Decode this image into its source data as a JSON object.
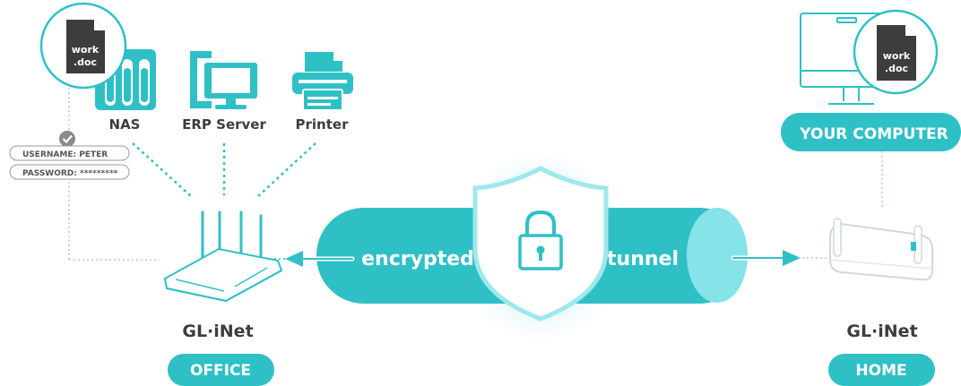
{
  "colors": {
    "teal": "#2fc0c6",
    "teal_dark": "#1fa9b0",
    "tunnel_light": "#86e3e8",
    "text_dark": "#3d3d3d",
    "line_grey": "#b9c9cb"
  },
  "office_devices": [
    {
      "label": "NAS",
      "icon": "nas-icon"
    },
    {
      "label": "ERP Server",
      "icon": "desktop-computer-icon"
    },
    {
      "label": "Printer",
      "icon": "printer-icon"
    }
  ],
  "office_doc": {
    "line1": "work",
    "line2": ".doc"
  },
  "home_doc": {
    "line1": "work",
    "line2": ".doc"
  },
  "credentials": {
    "username": "USERNAME: PETER",
    "password": "PASSWORD: *********",
    "status_icon": "checkmark-icon"
  },
  "tunnel": {
    "left_word": "encrypted",
    "right_word": "tunnel",
    "shield_icon": "padlock-shield-icon"
  },
  "your_computer_label": "YOUR COMPUTER",
  "brand": {
    "left": "GL·iNet",
    "right": "GL·iNet"
  },
  "locations": {
    "office": "OFFICE",
    "home": "HOME"
  }
}
